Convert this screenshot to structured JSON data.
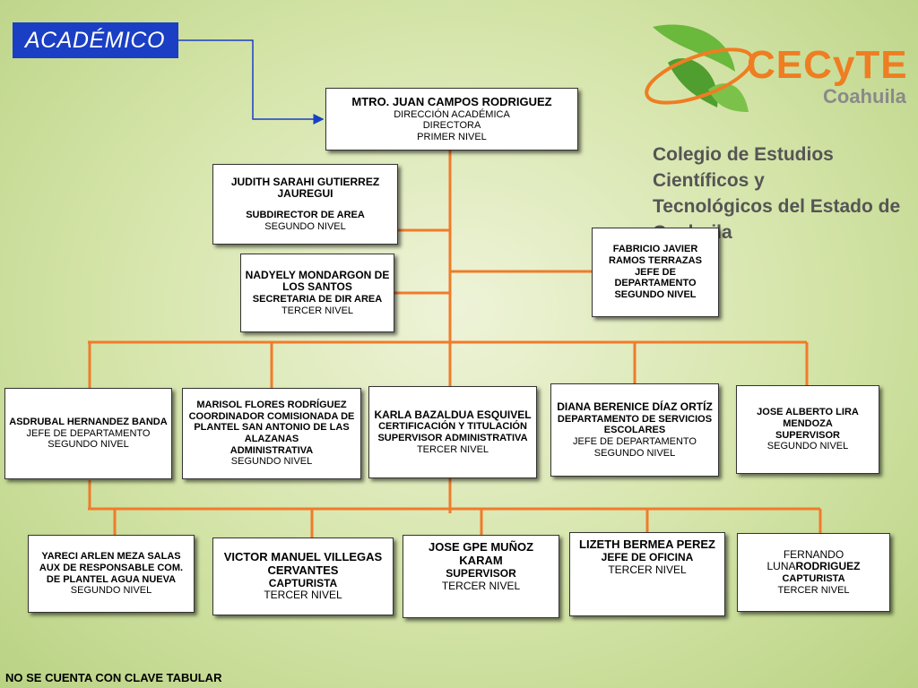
{
  "header": {
    "badge": "ACADÉMICO"
  },
  "logo": {
    "brand": "CECyTE",
    "state": "Coahuila",
    "college_line1": "Colegio de Estudios Científicos y",
    "college_line2": "Tecnológicos del Estado de Coahuila"
  },
  "director": {
    "name": "MTRO. JUAN CAMPOS RODRIGUEZ",
    "line1": "DIRECCIÓN ACADÉMICA",
    "line2": "DIRECTORA",
    "line3": "PRIMER NIVEL"
  },
  "subdirector": {
    "name": "JUDITH SARAHI GUTIERREZ JAUREGUI",
    "line1": "SUBDIRECTOR DE AREA",
    "line2": "SEGUNDO NIVEL"
  },
  "secretaria": {
    "name": "NADYELY MONDARGON DE LOS SANTOS",
    "line1": "SECRETARIA DE DIR AREA",
    "line2": "TERCER NIVEL"
  },
  "fabricio": {
    "name": "FABRICIO JAVIER RAMOS TERRAZAS",
    "line1": "JEFE DE DEPARTAMENTO",
    "line2": "SEGUNDO NIVEL"
  },
  "row1": {
    "asdrubal": {
      "name": "ASDRUBAL HERNANDEZ BANDA",
      "line1": "JEFE DE DEPARTAMENTO",
      "line2": "SEGUNDO NIVEL"
    },
    "marisol": {
      "name": "MARISOL FLORES RODRÍGUEZ",
      "line1": "COORDINADOR COMISIONADA DE PLANTEL SAN ANTONIO DE LAS ALAZANAS",
      "line2": "ADMINISTRATIVA",
      "line3": "SEGUNDO NIVEL"
    },
    "karla": {
      "name": "KARLA BAZALDUA ESQUIVEL",
      "line1": "CERTIFICACIÓN  Y TITULACIÓN",
      "line2": "SUPERVISOR ADMINISTRATIVA",
      "line3": "TERCER NIVEL"
    },
    "diana": {
      "name": "DIANA BERENICE DÍAZ ORTÍZ",
      "line1": "DEPARTAMENTO DE SERVICIOS ESCOLARES",
      "line2": "JEFE DE DEPARTAMENTO",
      "line3": "SEGUNDO NIVEL"
    },
    "jose_alberto": {
      "name": "JOSE ALBERTO LIRA MENDOZA",
      "line1": "SUPERVISOR",
      "line2": "SEGUNDO NIVEL"
    }
  },
  "row2": {
    "yareci": {
      "name": "YARECI ARLEN MEZA SALAS",
      "line1": "AUX DE RESPONSABLE COM. DE PLANTEL AGUA NUEVA",
      "line2": "SEGUNDO NIVEL"
    },
    "victor": {
      "name": "VICTOR MANUEL VILLEGAS CERVANTES",
      "line1": "CAPTURISTA",
      "line2": "TERCER NIVEL"
    },
    "jose_gpe": {
      "name": "JOSE GPE MUÑOZ KARAM",
      "line1": "SUPERVISOR",
      "line2": "TERCER NIVEL"
    },
    "lizeth": {
      "name": "LIZETH BERMEA PEREZ",
      "line1": "JEFE DE OFICINA",
      "line2": "TERCER NIVEL"
    },
    "fernando": {
      "name_a": "FERNANDO LUNA",
      "name_b": "RODRIGUEZ",
      "line1": "CAPTURISTA",
      "line2": "TERCER NIVEL"
    }
  },
  "footer": {
    "note": "NO SE CUENTA CON CLAVE TABULAR"
  },
  "colors": {
    "connector": "#f07b2b",
    "badge": "#1a3fc4",
    "arrow": "#1a3fc4",
    "logo_green": "#6ab83c",
    "logo_orange": "#ef7d22"
  }
}
